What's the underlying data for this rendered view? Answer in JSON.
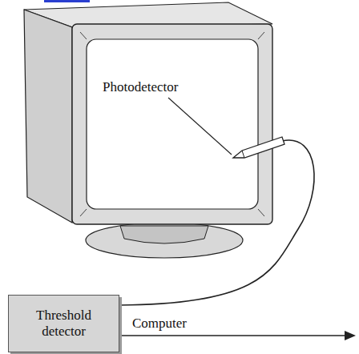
{
  "diagram": {
    "nodes": [
      {
        "text": [
          "Threshold detector"
        ]
      }
    ],
    "labels": [
      "Photodetector",
      "Computer"
    ]
  }
}
